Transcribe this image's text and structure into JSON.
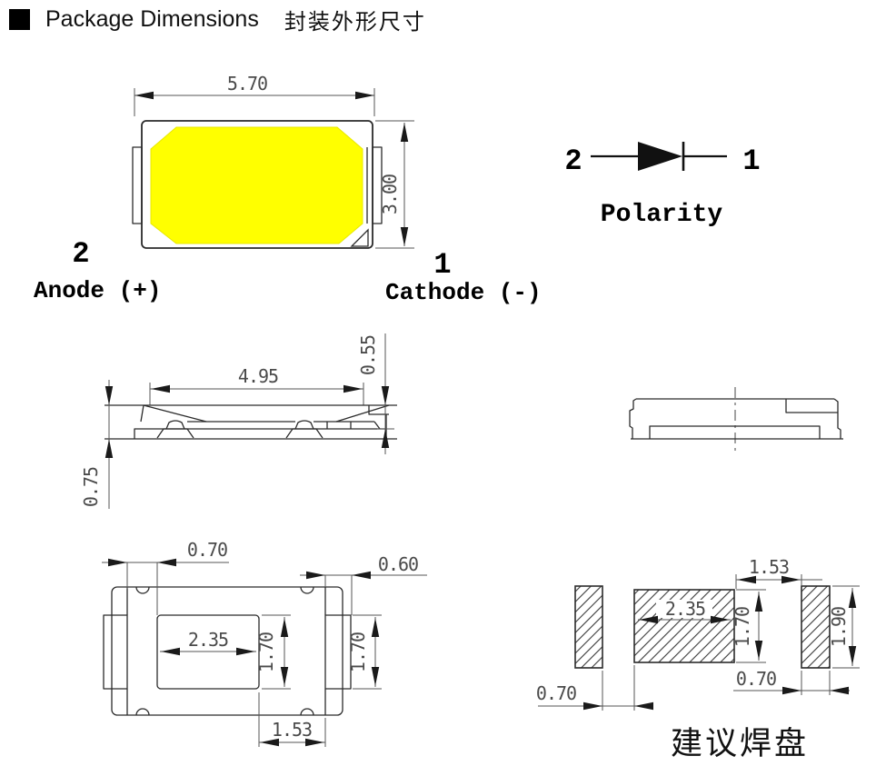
{
  "header": {
    "title_en": "Package Dimensions",
    "title_zh": "封装外形尺寸"
  },
  "top_view": {
    "dim_width": "5.70",
    "dim_height": "3.00",
    "pin2_number": "2",
    "pin2_label": "Anode (+)",
    "pin1_number": "1",
    "pin1_label": "Cathode (-)",
    "emitter_color": "#FFFF00"
  },
  "polarity": {
    "pin2": "2",
    "pin1": "1",
    "caption": "Polarity"
  },
  "side_view": {
    "dim_top_width": "4.95",
    "dim_lip_height": "0.55",
    "dim_total_height": "0.75"
  },
  "bottom_view": {
    "dim_lead_gap": "0.70",
    "dim_pad_width": "0.60",
    "dim_thermal_width": "2.35",
    "dim_thermal_height": "1.70",
    "dim_lead_height": "1.70",
    "dim_gap_thermal_lead": "1.53"
  },
  "solder_pad_view": {
    "dim_gap_left": "0.70",
    "dim_pitch": "1.53",
    "dim_center_width": "2.35",
    "dim_center_height": "1.70",
    "dim_outer_height": "1.90",
    "dim_pad_width": "0.70",
    "caption": "建议焊盘"
  }
}
